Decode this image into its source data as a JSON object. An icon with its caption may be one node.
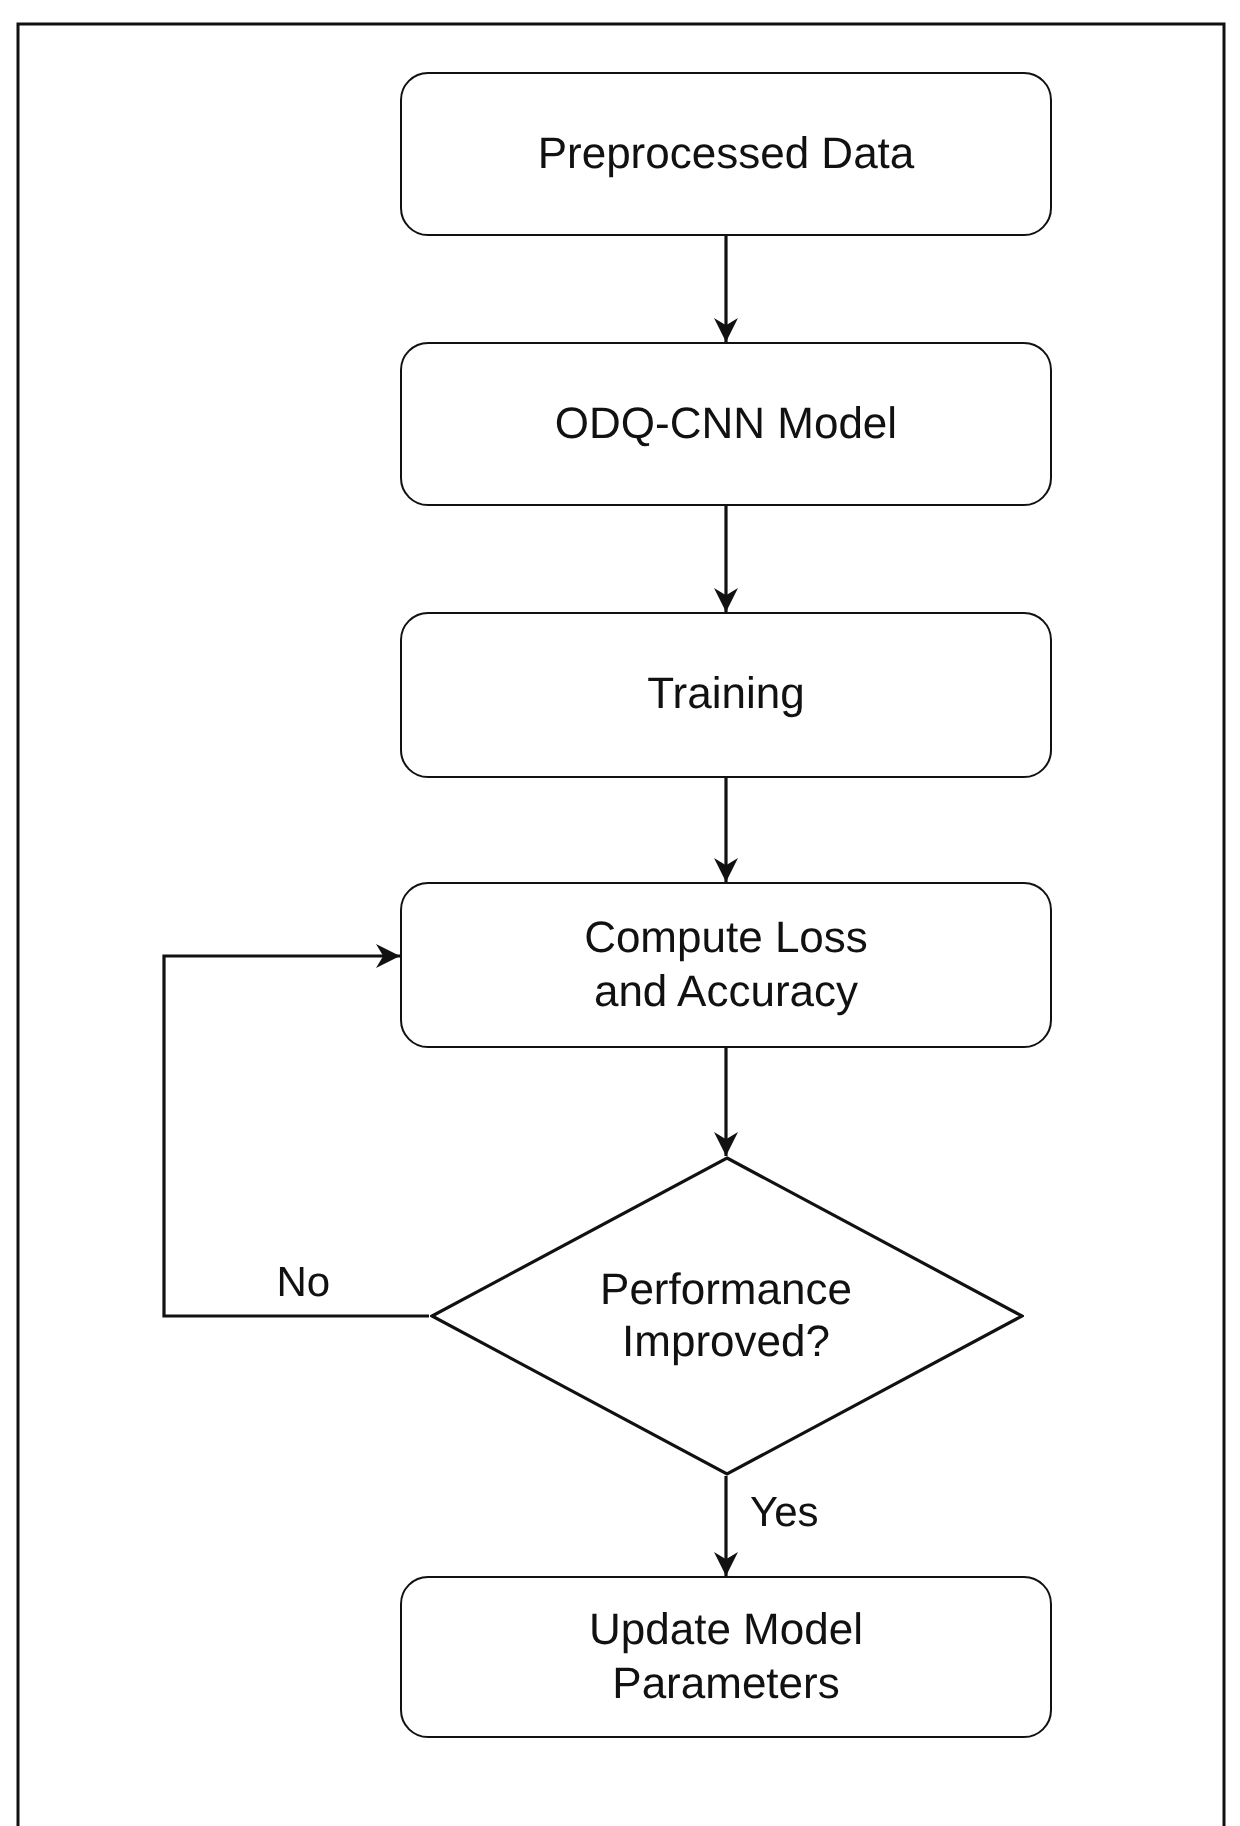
{
  "diagram": {
    "nodes": [
      {
        "text": [
          "Preprocessed Data"
        ]
      },
      {
        "text": [
          "ODQ-CNN Model"
        ]
      },
      {
        "text": [
          "Training"
        ]
      },
      {
        "text": [
          "Compute Loss and Accuracy"
        ]
      },
      {
        "text": [
          "Performance Improved?"
        ]
      },
      {
        "text": [
          "Update Model Parameters"
        ]
      }
    ],
    "edges": [
      {
        "from": 0,
        "to": 1,
        "arrow": "to"
      },
      {
        "from": 1,
        "to": 2,
        "arrow": "to"
      },
      {
        "from": 2,
        "to": 3,
        "arrow": "to"
      },
      {
        "from": 3,
        "to": 4,
        "arrow": "to"
      },
      {
        "from": 4,
        "to": 5,
        "arrow": "to",
        "label": "Yes"
      },
      {
        "from": 4,
        "to": 3,
        "arrow": "to",
        "label": "No"
      }
    ]
  }
}
